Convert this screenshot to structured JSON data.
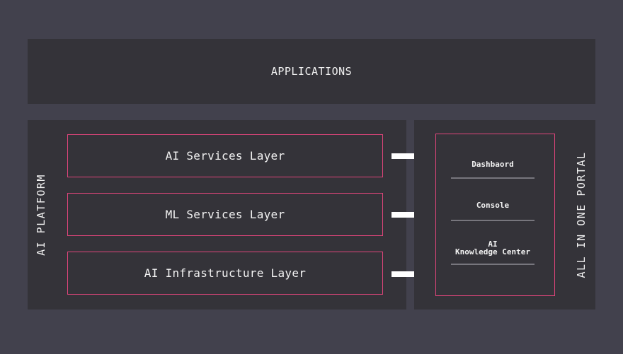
{
  "applications": {
    "label": "APPLICATIONS"
  },
  "platform": {
    "label": "AI PLATFORM",
    "layers": [
      {
        "label": "AI Services Layer"
      },
      {
        "label": "ML Services Layer"
      },
      {
        "label": "AI Infrastructure Layer"
      }
    ]
  },
  "portal": {
    "label": "ALL IN ONE PORTAL",
    "items": [
      {
        "label": "Dashbaord"
      },
      {
        "label": "Console"
      },
      {
        "line1": "AI",
        "line2": "Knowledge Center"
      }
    ]
  },
  "colors": {
    "background": "#42414d",
    "panel": "#343339",
    "accent_border": "#e0457b",
    "arrow": "#ffffff",
    "divider": "#77767d"
  }
}
